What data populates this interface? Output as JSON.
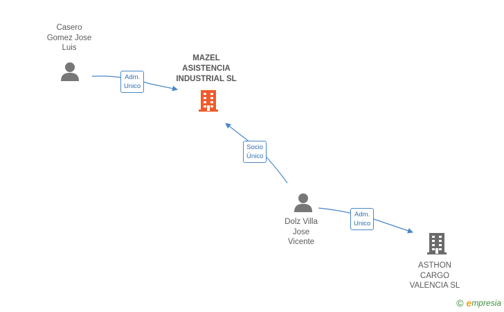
{
  "nodes": {
    "casero": {
      "label": "Casero\nGomez Jose\nLuis",
      "type": "person"
    },
    "mazel": {
      "label": "MAZEL\nASISTENCIA\nINDUSTRIAL SL",
      "type": "company-main",
      "color": "#f15a29"
    },
    "dolz": {
      "label": "Dolz Villa\nJose\nVicente",
      "type": "person"
    },
    "asthon": {
      "label": "ASTHON\nCARGO\nVALENCIA SL",
      "type": "company",
      "color": "#6b6b6b"
    }
  },
  "edges": {
    "casero_mazel": {
      "label": "Adm.\nUnico"
    },
    "dolz_mazel": {
      "label": "Socio\nÚnico"
    },
    "dolz_asthon": {
      "label": "Adm.\nUnico"
    }
  },
  "colors": {
    "edge": "#4a86c8",
    "person": "#777777"
  },
  "brand": {
    "copyright": "©",
    "e": "e",
    "rest": "mpresia"
  }
}
